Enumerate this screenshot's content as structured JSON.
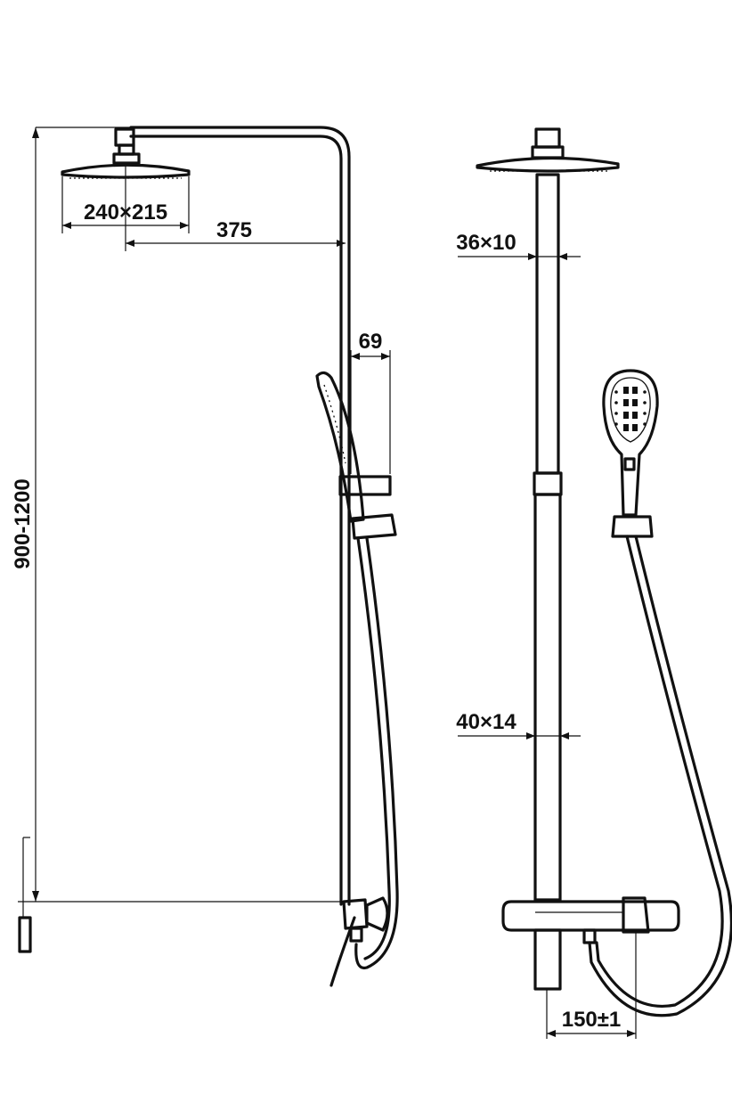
{
  "dimensions": {
    "head_size": "240×215",
    "arm_length": "375",
    "holder_offset": "69",
    "height_range": "900-1200",
    "upper_tube": "36×10",
    "lower_tube": "40×14",
    "inlet_spacing": "150±1"
  }
}
